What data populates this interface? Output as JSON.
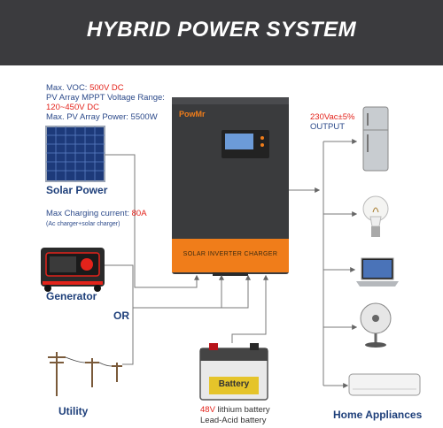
{
  "title": "HYBRID POWER SYSTEM",
  "brand": "PowMr",
  "panel_label": "SOLAR INVERTER CHARGER",
  "solar": {
    "spec_voc_prefix": "Max. VOC: ",
    "spec_voc_value": "500V DC",
    "spec_mppt_label": "PV Array MPPT Voltage Range:",
    "spec_mppt_value": "120~450V DC",
    "spec_power": "Max. PV Array Power: 5500W",
    "label": "Solar Power"
  },
  "charging": {
    "prefix": "Max Charging current: ",
    "value": "80A",
    "note": "(Ac charger+solar charger)"
  },
  "generator_label": "Generator",
  "or_label": "OR",
  "utility_label": "Utility",
  "output": {
    "voltage": "230Vac±5%",
    "label": "OUTPUT"
  },
  "battery": {
    "label": "Battery",
    "voltage": "48V",
    "line1_suffix": " lithium battery",
    "line2": "Lead-Acid battery"
  },
  "appliances_label": "Home Appliances",
  "icons": [
    "solar-panel-icon",
    "generator-icon",
    "utility-pole-icon",
    "inverter-icon",
    "battery-icon",
    "refrigerator-icon",
    "light-bulb-icon",
    "laptop-icon",
    "fan-icon",
    "air-conditioner-icon"
  ],
  "colors": {
    "banner": "#3b3b3e",
    "accent_orange": "#f07d1a",
    "spec_blue": "#2c4a8a",
    "highlight_red": "#e3231b",
    "label_blue": "#1e3f7a"
  }
}
